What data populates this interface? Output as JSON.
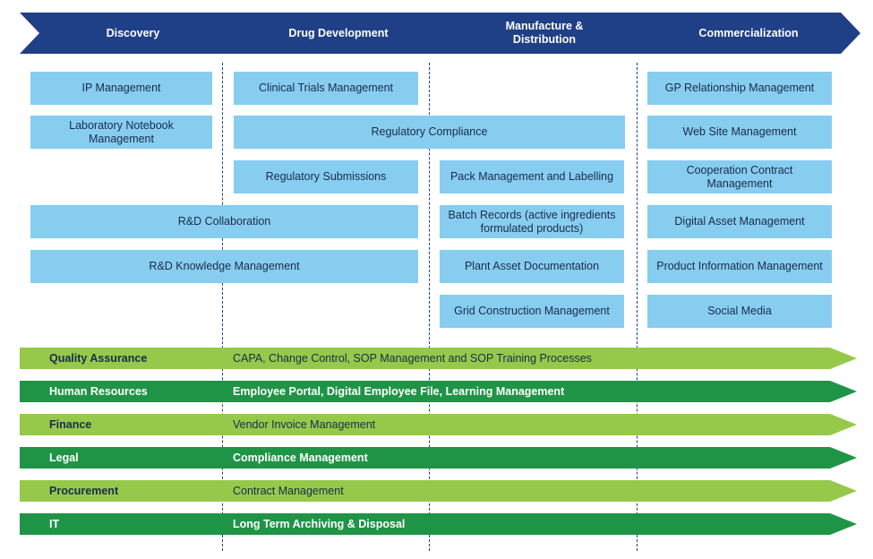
{
  "phases": [
    "Discovery",
    "Drug Development",
    "Manufacture & Distribution",
    "Commercialization"
  ],
  "boxes": {
    "ip_management": "IP Management",
    "lab_notebook": "Laboratory Notebook Management",
    "clinical_trials": "Clinical Trials Management",
    "regulatory_compliance": "Regulatory Compliance",
    "regulatory_submissions": "Regulatory Submissions",
    "pack_management": "Pack Management and Labelling",
    "rd_collaboration": "R&D Collaboration",
    "batch_records": "Batch Records (active ingredients formulated products)",
    "rd_knowledge": "R&D Knowledge Management",
    "plant_asset": "Plant Asset Documentation",
    "grid_construction": "Grid Construction Management",
    "gp_relationship": "GP Relationship Management",
    "web_site": "Web Site Management",
    "cooperation_contract": "Cooperation Contract Management",
    "digital_asset": "Digital Asset Management",
    "product_information": "Product Information Management",
    "social_media": "Social Media"
  },
  "bands": [
    {
      "label": "Quality Assurance",
      "desc": "CAPA, Change Control, SOP Management and SOP Training Processes",
      "style": "light"
    },
    {
      "label": "Human Resources",
      "desc": "Employee Portal, Digital Employee File, Learning Management",
      "style": "dark"
    },
    {
      "label": "Finance",
      "desc": "Vendor Invoice Management",
      "style": "light"
    },
    {
      "label": "Legal",
      "desc": "Compliance Management",
      "style": "dark"
    },
    {
      "label": "Procurement",
      "desc": "Contract Management",
      "style": "light"
    },
    {
      "label": "IT",
      "desc": "Long Term Archiving & Disposal",
      "style": "dark"
    }
  ],
  "colors": {
    "header_blue": "#1f3f86",
    "box_blue": "#87cdf0",
    "band_light_green": "#96c94a",
    "band_dark_green": "#1f9446"
  }
}
